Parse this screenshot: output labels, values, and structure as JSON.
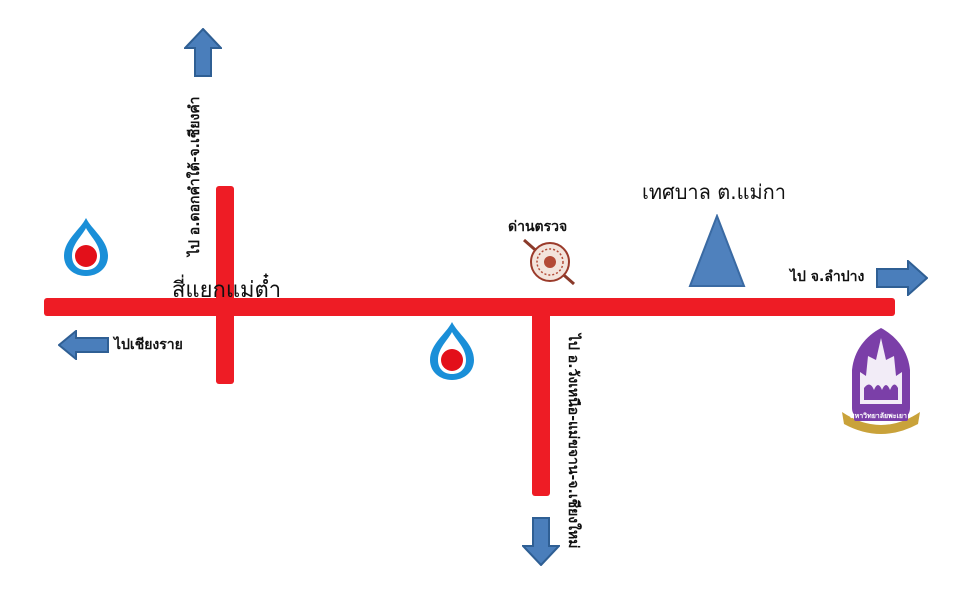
{
  "map": {
    "labels": {
      "intersection": "สี่แยกแม่ต๋ำ",
      "municipality": "เทศบาล ต.แม่กา",
      "checkpoint": "ด่านตรวจ",
      "to_lampang": "ไป จ.ลำปาง",
      "to_chiangrai": "ไปเชียงราย",
      "to_north_left": "ไป อ.ดอกคำใต้-จ.เชียงคำ",
      "to_south_down": "ไป อ.วังเหนือ-แม่ขจาน-จ.เชียงใหม่"
    },
    "university_logo_text": "มหาวิทยาลัยพะเยา",
    "colors": {
      "road": "#ee1c25",
      "arrow": "#4a7ebb",
      "arrow_stroke": "#2f5f94",
      "triangle": "#4f81bd",
      "pump_blue": "#1a8fd8",
      "pump_red": "#e3101a",
      "logo_purple": "#7b3fa8",
      "logo_gold": "#c9a23a"
    }
  }
}
